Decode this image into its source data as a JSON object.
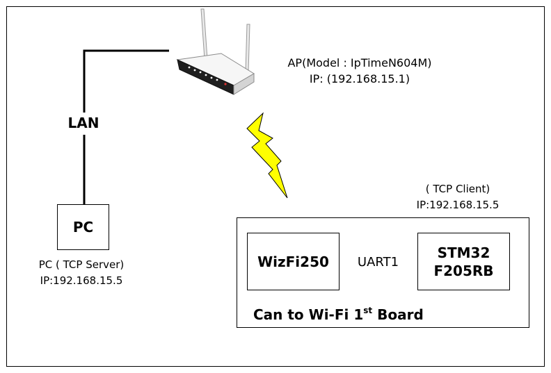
{
  "ap": {
    "model_label": "AP(Model : IpTimeN604M)",
    "ip_label": "IP: (192.168.15.1)"
  },
  "link": {
    "lan_label": "LAN"
  },
  "pc": {
    "box_label": "PC",
    "role_label": "PC ( TCP Server)",
    "ip_label": "IP:192.168.15.5"
  },
  "client": {
    "role_label": "( TCP Client)",
    "ip_label": "IP:192.168.15.5"
  },
  "board": {
    "wizfi_label": "WizFi250",
    "uart_label": "UART1",
    "stm_line1": "STM32",
    "stm_line2": "F205RB",
    "title_prefix": "Can to Wi-Fi 1",
    "title_sup": "st",
    "title_suffix": " Board"
  },
  "colors": {
    "lightning": "#ffff00",
    "router_body": "#f2f2f2",
    "router_accent": "#e03030"
  }
}
